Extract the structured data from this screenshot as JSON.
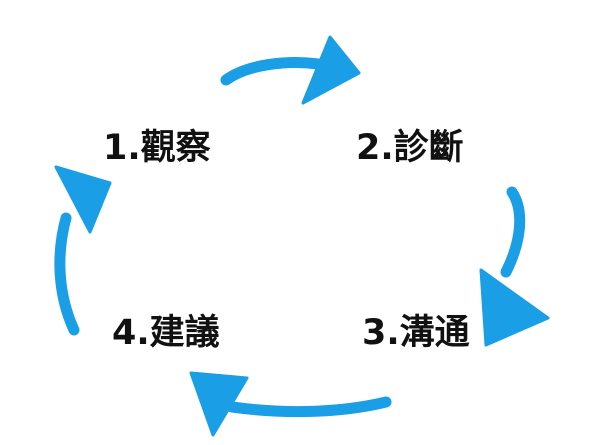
{
  "diagram": {
    "arrow_color": "#1a9ee6",
    "steps": [
      {
        "label": "1.觀察"
      },
      {
        "label": "2.診斷"
      },
      {
        "label": "3.溝通"
      },
      {
        "label": "4.建議"
      }
    ]
  }
}
